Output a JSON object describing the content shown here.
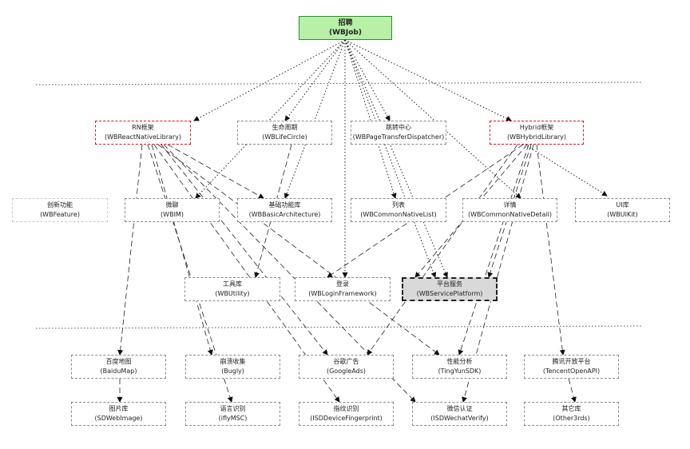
{
  "root": {
    "title": "招聘",
    "subtitle": "(WBJob)"
  },
  "layer1": [
    {
      "title": "RN框架",
      "subtitle": "(WBReactNativeLibrary)"
    },
    {
      "title": "生命周期",
      "subtitle": "(WBLifeCircle)"
    },
    {
      "title": "跳转中心",
      "subtitle": "(WBPageTransferDispatcher)"
    },
    {
      "title": "Hybrid框架",
      "subtitle": "(WBHybridLibrary)"
    }
  ],
  "layer2": [
    {
      "title": "创新功能",
      "subtitle": "(WBFeature)"
    },
    {
      "title": "微聊",
      "subtitle": "(WBIM)"
    },
    {
      "title": "基础功能库",
      "subtitle": "(WBBasicArchitecture)"
    },
    {
      "title": "列表",
      "subtitle": "(WBCommonNativeList)"
    },
    {
      "title": "详情",
      "subtitle": "(WBCommonNativeDetail)"
    },
    {
      "title": "UI库",
      "subtitle": "(WBUIKit)"
    }
  ],
  "layer3": [
    {
      "title": "工具库",
      "subtitle": "(WBUtility)"
    },
    {
      "title": "登录",
      "subtitle": "(WBLoginFramework)"
    },
    {
      "title": "平台服务",
      "subtitle": "(WBServicePlatform)"
    }
  ],
  "layer4": [
    {
      "title": "百度地图",
      "subtitle": "(BaiduMap)"
    },
    {
      "title": "崩溃收集",
      "subtitle": "(Bugly)"
    },
    {
      "title": "谷歌广告",
      "subtitle": "(GoogleAds)"
    },
    {
      "title": "性能分析",
      "subtitle": "(TingYunSDK)"
    },
    {
      "title": "腾讯开放平台",
      "subtitle": "(TencentOpenAPI)"
    }
  ],
  "layer5": [
    {
      "title": "图片库",
      "subtitle": "(SDWebImage)"
    },
    {
      "title": "语言识别",
      "subtitle": "(iflyMSC)"
    },
    {
      "title": "指纹识别",
      "subtitle": "(ISDDeviceFingerprint)"
    },
    {
      "title": "微信认证",
      "subtitle": "(ISDWechatVerify)"
    },
    {
      "title": "其它库",
      "subtitle": "(Other3rds)"
    }
  ]
}
